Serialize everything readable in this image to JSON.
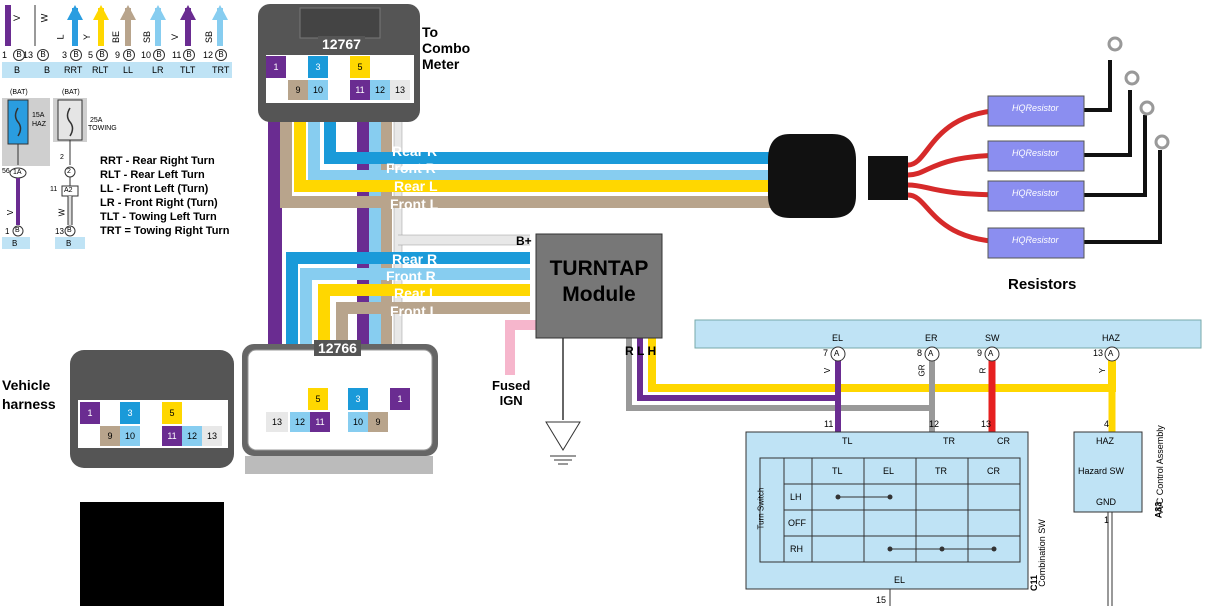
{
  "top_left_strip": {
    "colors": [
      "V",
      "W",
      "L",
      "Y",
      "BE",
      "SB",
      "V",
      "SB"
    ],
    "pins": [
      "1",
      "13",
      "3",
      "5",
      "9",
      "10",
      "11",
      "12"
    ],
    "connector": "B",
    "functions": [
      "B",
      "B",
      "RRT",
      "RLT",
      "LL",
      "LR",
      "TLT",
      "TRT"
    ]
  },
  "fuses": {
    "haz": {
      "source": "(BAT)",
      "rating": "15A",
      "name": "HAZ",
      "pin": "56",
      "terminal": "1A",
      "wire": "V",
      "conn_pin": "1",
      "conn": "B",
      "func": "B"
    },
    "towing": {
      "source": "(BAT)",
      "rating": "25A",
      "name": "TOWING",
      "pin": "2",
      "terminal": "2",
      "pin2": "11",
      "terminal2": "A2",
      "wire": "W",
      "conn_pin": "13",
      "conn": "B",
      "func": "B"
    }
  },
  "legend": [
    "RRT - Rear Right Turn",
    "RLT - Rear Left Turn",
    "LL - Front Left (Turn)",
    "LR - Front Right (Turn)",
    "TLT - Towing Left Turn",
    "TRT = Towing Right Turn"
  ],
  "connector_top": {
    "part": "12767",
    "label_lines": [
      "To",
      "Combo",
      "Meter"
    ],
    "row1": [
      "1",
      "",
      "3",
      "",
      "5",
      "",
      ""
    ],
    "row2": [
      "",
      "9",
      "10",
      "",
      "11",
      "12",
      "13"
    ]
  },
  "connector_bottom": {
    "part": "12766",
    "row1": [
      "",
      "",
      "5",
      "3",
      "1"
    ],
    "row2": [
      "13",
      "12",
      "11",
      "",
      "10",
      "9"
    ]
  },
  "vehicle_connector": {
    "label_lines": [
      "Vehicle",
      "harness"
    ],
    "row1": [
      "1",
      "",
      "3",
      "",
      "5",
      "",
      ""
    ],
    "row2": [
      "",
      "9",
      "10",
      "",
      "11",
      "12",
      "13"
    ]
  },
  "wire_labels_upper": [
    "Rear R",
    "Front R",
    "Rear L",
    "Front L"
  ],
  "wire_labels_lower": [
    "Rear R",
    "Front R",
    "Rear L",
    "Front L"
  ],
  "module": {
    "lines": [
      "TURNTAP",
      "Module"
    ],
    "bplus": "B+",
    "rlh": "R L H"
  },
  "fused_ign": [
    "Fused",
    "IGN"
  ],
  "resistors": {
    "label": "Resistors",
    "brand": "HQResistor"
  },
  "bus": {
    "pins": [
      {
        "name": "EL",
        "num": "7",
        "term": "A",
        "wire": "V"
      },
      {
        "name": "ER",
        "num": "8",
        "term": "A",
        "wire": "GR"
      },
      {
        "name": "SW",
        "num": "9",
        "term": "A",
        "wire": "R"
      },
      {
        "name": "HAZ",
        "num": "13",
        "term": "A",
        "wire": "Y"
      }
    ]
  },
  "combo_switch": {
    "pins_top": [
      "11",
      "12",
      "13"
    ],
    "terms_top": [
      "TL",
      "TR",
      "CR"
    ],
    "side_label": "Turn Switch",
    "table_header": [
      "TL",
      "EL",
      "TR",
      "CR"
    ],
    "rows": [
      "LH",
      "OFF",
      "RH"
    ],
    "bottom_term": "EL",
    "bottom_pin": "15",
    "id": "C11",
    "name": "Combination SW"
  },
  "hazard": {
    "pin": "4",
    "term": "HAZ",
    "name": "Hazard SW",
    "gnd": "GND",
    "gnd_pin": "1",
    "id": "A33",
    "desc": "A/C Control Assembly"
  }
}
